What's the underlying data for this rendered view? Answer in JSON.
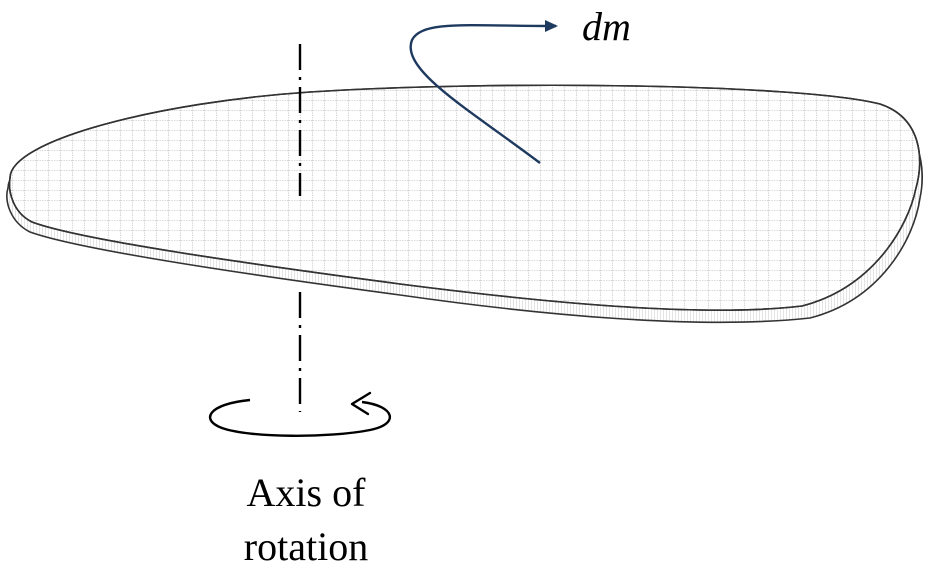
{
  "labels": {
    "mass_element": "dm",
    "axis_line1": "Axis of",
    "axis_line2": "rotation"
  },
  "colors": {
    "background": "#ffffff",
    "outline": "#333333",
    "grid": "#8a8a8a",
    "edge": "#d9d9d9",
    "arrow_dm": "#1f3a5f",
    "axis": "#000000"
  },
  "icons": [
    "rotation-arrow-icon",
    "curved-pointer-arrow-icon"
  ]
}
